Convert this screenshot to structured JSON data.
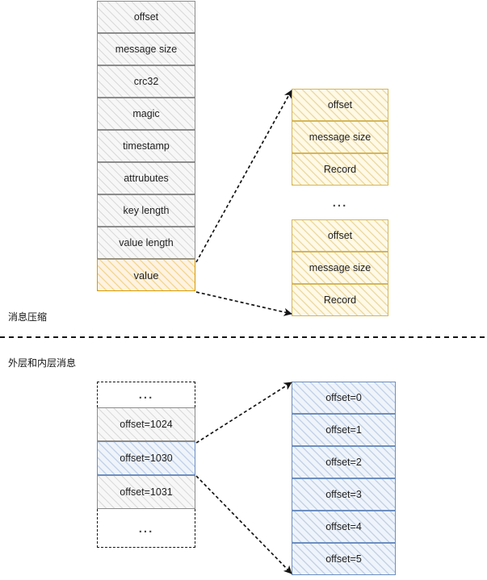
{
  "diagram": {
    "title_hidden": "",
    "colors": {
      "gray_border": "#8c8c8c",
      "amber_border": "#d6b656",
      "amber_strong_border": "#d79b00",
      "blue_border": "#6c8ebf",
      "blue_fill": "#dae8fc",
      "amber_fill": "#fff2cc",
      "dash_black": "#141414"
    },
    "section_labels": {
      "compression": "消息压缩",
      "outer_inner": "外层和内层消息"
    },
    "outer_message_stack": {
      "name": "outer-message-fields",
      "fields": [
        {
          "label": "offset",
          "style": "gray"
        },
        {
          "label": "message size",
          "style": "gray"
        },
        {
          "label": "crc32",
          "style": "gray"
        },
        {
          "label": "magic",
          "style": "gray"
        },
        {
          "label": "timestamp",
          "style": "gray"
        },
        {
          "label": "attrubutes",
          "style": "gray"
        },
        {
          "label": "key length",
          "style": "gray"
        },
        {
          "label": "value length",
          "style": "gray"
        },
        {
          "label": "value",
          "style": "amber-strong"
        }
      ]
    },
    "compressed_records": {
      "group_one": [
        {
          "label": "offset"
        },
        {
          "label": "message size"
        },
        {
          "label": "Record"
        }
      ],
      "separator": "...",
      "group_two": [
        {
          "label": "offset"
        },
        {
          "label": "message size"
        },
        {
          "label": "Record"
        }
      ]
    },
    "outer_offsets": {
      "top_ellipsis": "...",
      "rows": [
        {
          "label": "offset=1024",
          "style": "gray"
        },
        {
          "label": "offset=1030",
          "style": "blue"
        },
        {
          "label": "offset=1031",
          "style": "gray"
        }
      ],
      "bottom_ellipsis": "..."
    },
    "inner_offsets": {
      "rows": [
        {
          "label": "offset=0"
        },
        {
          "label": "offset=1"
        },
        {
          "label": "offset=2"
        },
        {
          "label": "offset=3"
        },
        {
          "label": "offset=4"
        },
        {
          "label": "offset=5"
        }
      ]
    }
  }
}
